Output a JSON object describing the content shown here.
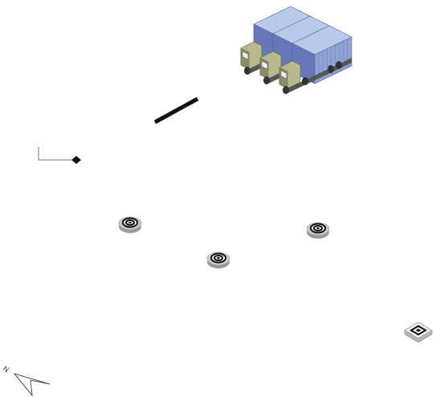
{
  "diagram": {
    "background": "#ffffff",
    "shapes": [
      {
        "kind": "truck-fleet",
        "name": "truck-fleet-icon",
        "count": 3
      },
      {
        "kind": "thick-line",
        "name": "line-segment"
      },
      {
        "kind": "connector",
        "name": "elbow-connector"
      },
      {
        "kind": "target",
        "name": "target-marker-1"
      },
      {
        "kind": "target",
        "name": "target-marker-2"
      },
      {
        "kind": "target",
        "name": "target-marker-3"
      },
      {
        "kind": "diamond-tile",
        "name": "diamond-tile-icon"
      },
      {
        "kind": "compass",
        "name": "north-arrow-icon"
      }
    ],
    "colors": {
      "container_light": "#b9c9ea",
      "container_mid": "#8fa3d6",
      "container_dark": "#6678b8",
      "cab": "#b8b98f",
      "cab_dark": "#8b8c63",
      "wheel": "#333333",
      "line": "#111111",
      "connector": "#777777",
      "target_base": "#c8c8c8",
      "target_ring": "#111111",
      "tile_top": "#f2f2f2",
      "tile_side": "#b5b5b5"
    },
    "compass": {
      "label": "N"
    }
  }
}
